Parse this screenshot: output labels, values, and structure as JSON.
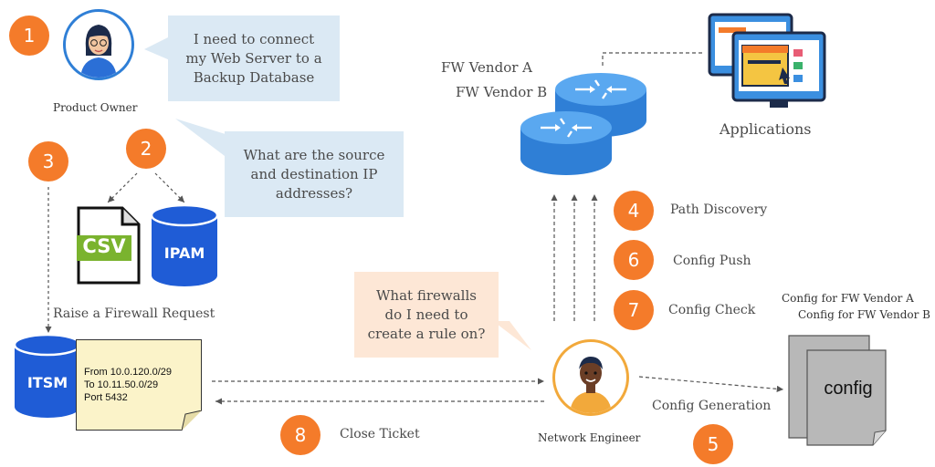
{
  "steps": [
    "1",
    "2",
    "3",
    "4",
    "5",
    "6",
    "7",
    "8"
  ],
  "product_owner": {
    "label": "Product Owner",
    "bubble1_lines": [
      "I need to connect",
      "my Web Server to a",
      "Backup Database"
    ],
    "bubble2_lines": [
      "What are the source",
      "and destination IP",
      "addresses?"
    ]
  },
  "sources": {
    "csv": "CSV",
    "ipam": "IPAM"
  },
  "raise_request": "Raise a Firewall Request",
  "itsm": {
    "label": "ITSM",
    "note_lines": [
      "From 10.0.120.0/29",
      "To 10.11.50.0/29",
      "Port 5432"
    ]
  },
  "network_engineer": {
    "label": "Network Engineer",
    "bubble_lines": [
      "What firewalls",
      "do I need to",
      "create a rule on?"
    ]
  },
  "vendors": {
    "a": "FW Vendor A",
    "b": "FW Vendor B"
  },
  "applications": "Applications",
  "actions": {
    "path_discovery": "Path Discovery",
    "config_push": "Config Push",
    "config_check": "Config Check",
    "config_generation": "Config Generation",
    "close_ticket": "Close Ticket"
  },
  "config": {
    "vendor_a": "Config for FW Vendor A",
    "vendor_b": "Config for FW Vendor B",
    "doc_label": "config"
  },
  "colors": {
    "accent_orange": "#f47b2a",
    "db_blue": "#1f5cd6",
    "router_blue": "#3d8fe0",
    "bubble_blue": "#dbe9f4",
    "bubble_peach": "#fde7d6",
    "note_yellow": "#fbf3c9"
  },
  "icons": [
    "product-owner-avatar",
    "network-engineer-avatar",
    "router-icon",
    "applications-monitor-icon",
    "csv-file-icon",
    "database-icon",
    "config-document-icon"
  ]
}
